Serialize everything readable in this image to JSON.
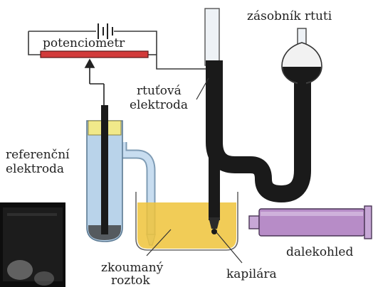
{
  "labels": {
    "potentiometer": "potenciometr",
    "mercury_reservoir": "zásobník rtuti",
    "mercury_electrode_line1": "rtuťová",
    "mercury_electrode_line2": "elektroda",
    "reference_electrode_line1": "referenční",
    "reference_electrode_line2": "elektroda",
    "test_solution_line1": "zkoumaný",
    "test_solution_line2": "roztok",
    "capillary": "kapilára",
    "telescope": "dalekohled"
  },
  "colors": {
    "mercury": "#1a1a1a",
    "glass": "#dfe9f5",
    "reference_fluid": "#b9d3ea",
    "electrode_cap": "#f1e98a",
    "solution": "#efc33a",
    "potentiometer_bar": "#d23a3a",
    "telescope": "#b78cc7",
    "wire": "#3a3a3a"
  }
}
